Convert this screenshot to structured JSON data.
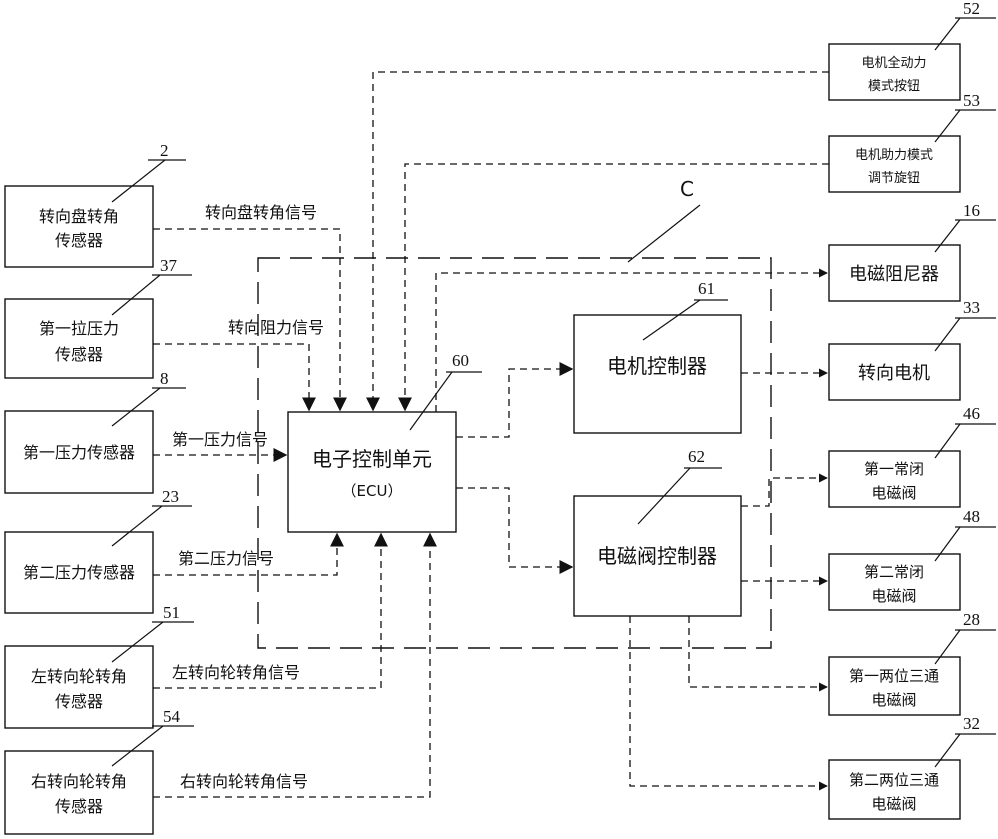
{
  "components": {
    "steering_wheel_sensor": {
      "line1": "转向盘转角",
      "line2": "传感器",
      "ref": "2"
    },
    "first_pull_pressure_sensor": {
      "line1": "第一拉压力",
      "line2": "传感器",
      "ref": "37"
    },
    "first_pressure_sensor": {
      "line1": "第一压力传感器",
      "ref": "8"
    },
    "second_pressure_sensor": {
      "line1": "第二压力传感器",
      "ref": "23"
    },
    "left_wheel_sensor": {
      "line1": "左转向轮转角",
      "line2": "传感器",
      "ref": "51"
    },
    "right_wheel_sensor": {
      "line1": "右转向轮转角",
      "line2": "传感器",
      "ref": "54"
    },
    "ecu": {
      "line1": "电子控制单元",
      "line2": "（ECU）",
      "ref": "60"
    },
    "motor_controller": {
      "line1": "电机控制器",
      "ref": "61"
    },
    "valve_controller": {
      "line1": "电磁阀控制器",
      "ref": "62"
    },
    "full_power_button": {
      "line1": "电机全动力",
      "line2": "模式按钮",
      "ref": "52"
    },
    "assist_knob": {
      "line1": "电机助力模式",
      "line2": "调节旋钮",
      "ref": "53"
    },
    "em_damper": {
      "line1": "电磁阻尼器",
      "ref": "16"
    },
    "steering_motor": {
      "line1": "转向电机",
      "ref": "33"
    },
    "nc_valve_1": {
      "line1": "第一常闭",
      "line2": "电磁阀",
      "ref": "46"
    },
    "nc_valve_2": {
      "line1": "第二常闭",
      "line2": "电磁阀",
      "ref": "48"
    },
    "three_way_valve_1": {
      "line1": "第一两位三通",
      "line2": "电磁阀",
      "ref": "28"
    },
    "three_way_valve_2": {
      "line1": "第二两位三通",
      "line2": "电磁阀",
      "ref": "32"
    }
  },
  "signals": {
    "steering_angle": "转向盘转角信号",
    "steering_resistance": "转向阻力信号",
    "first_pressure": "第一压力信号",
    "second_pressure": "第二压力信号",
    "left_wheel": "左转向轮转角信号",
    "right_wheel": "右转向轮转角信号"
  },
  "region_label": "C"
}
